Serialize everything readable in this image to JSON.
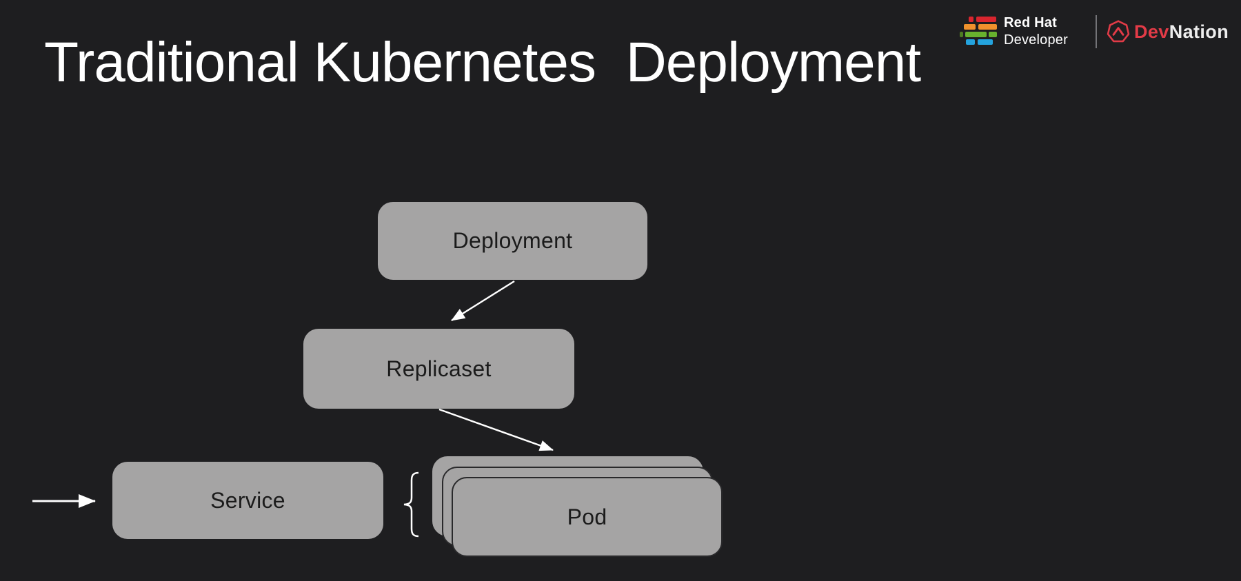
{
  "slide": {
    "title": "Traditional Kubernetes  Deployment"
  },
  "branding": {
    "red_hat_line1": "Red Hat",
    "red_hat_line2": "Developer",
    "devnation_dev": "Dev",
    "devnation_nation": "Nation"
  },
  "diagram": {
    "nodes": [
      {
        "id": "deployment",
        "label": "Deployment"
      },
      {
        "id": "replicaset",
        "label": "Replicaset"
      },
      {
        "id": "service",
        "label": "Service"
      },
      {
        "id": "pod",
        "label": "Pod",
        "stack_count": 3
      }
    ],
    "edges": [
      {
        "from": "deployment",
        "to": "replicaset",
        "style": "arrow"
      },
      {
        "from": "replicaset",
        "to": "pod",
        "style": "arrow"
      },
      {
        "from": "external-left",
        "to": "service",
        "style": "arrow"
      },
      {
        "from": "service",
        "to": "pod",
        "style": "brace"
      }
    ]
  },
  "colors": {
    "background": "#1e1e20",
    "box_fill": "#a5a4a4",
    "box_text": "#1b1b1b",
    "title_text": "#ffffff",
    "arrow": "#ffffff",
    "stack_border": "#29292b",
    "bar_red": "#d9252e",
    "bar_orange": "#f0912c",
    "bar_green": "#68b22e",
    "bar_green_dark": "#4e7e22",
    "bar_blue": "#24a3dd",
    "devnation_red": "#e23b47",
    "divider": "#737377",
    "brand_white": "#ffffff"
  }
}
